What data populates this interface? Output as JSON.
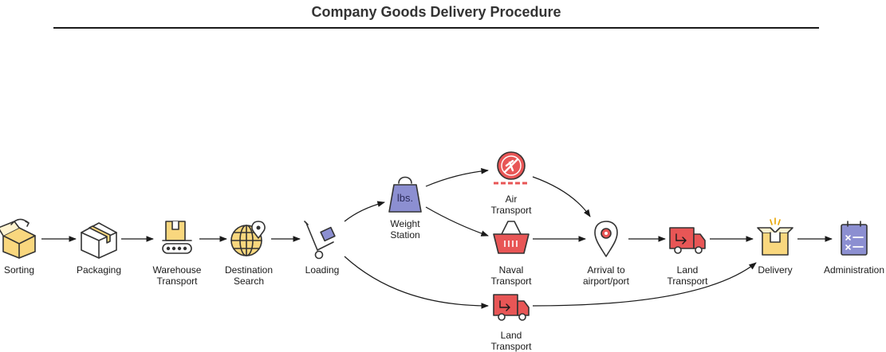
{
  "title": "Company Goods Delivery Procedure",
  "colors": {
    "yellow": "#f9d77e",
    "purple": "#8c8fd1",
    "red": "#e85656",
    "outline": "#333333"
  },
  "nodes": [
    {
      "id": "sorting",
      "icon": "open-box-icon",
      "label": [
        "Sorting"
      ]
    },
    {
      "id": "packaging",
      "icon": "closed-package-icon",
      "label": [
        "Packaging"
      ]
    },
    {
      "id": "warehouse-transport",
      "icon": "conveyor-belt-icon",
      "label": [
        "Warehouse",
        "Transport"
      ]
    },
    {
      "id": "destination-search",
      "icon": "globe-pin-icon",
      "label": [
        "Destination",
        "Search"
      ]
    },
    {
      "id": "loading",
      "icon": "hand-truck-icon",
      "label": [
        "Loading"
      ]
    },
    {
      "id": "weight-station",
      "icon": "weight-icon",
      "weight_text": "lbs.",
      "label": [
        "Weight",
        "Station"
      ]
    },
    {
      "id": "air-transport",
      "icon": "airplane-icon",
      "label": [
        "Air",
        "Transport"
      ]
    },
    {
      "id": "naval-transport",
      "icon": "boat-icon",
      "label": [
        "Naval",
        "Transport"
      ]
    },
    {
      "id": "arrival",
      "icon": "location-pin-icon",
      "label": [
        "Arrival to",
        "airport/port"
      ]
    },
    {
      "id": "land-transport-1",
      "icon": "truck-icon",
      "label": [
        "Land",
        "Transport"
      ]
    },
    {
      "id": "land-transport-2",
      "icon": "truck-icon",
      "label": [
        "Land",
        "Transport"
      ]
    },
    {
      "id": "delivery",
      "icon": "delivered-box-icon",
      "label": [
        "Delivery"
      ]
    },
    {
      "id": "administration",
      "icon": "clipboard-icon",
      "label": [
        "Administration"
      ]
    }
  ],
  "edges": [
    {
      "from": "sorting",
      "to": "packaging"
    },
    {
      "from": "packaging",
      "to": "warehouse-transport"
    },
    {
      "from": "warehouse-transport",
      "to": "destination-search"
    },
    {
      "from": "destination-search",
      "to": "loading"
    },
    {
      "from": "loading",
      "to": "weight-station"
    },
    {
      "from": "loading",
      "to": "land-transport-2"
    },
    {
      "from": "weight-station",
      "to": "air-transport"
    },
    {
      "from": "weight-station",
      "to": "naval-transport"
    },
    {
      "from": "air-transport",
      "to": "arrival"
    },
    {
      "from": "naval-transport",
      "to": "arrival"
    },
    {
      "from": "arrival",
      "to": "land-transport-1"
    },
    {
      "from": "land-transport-1",
      "to": "delivery"
    },
    {
      "from": "land-transport-2",
      "to": "delivery"
    },
    {
      "from": "delivery",
      "to": "administration"
    }
  ]
}
